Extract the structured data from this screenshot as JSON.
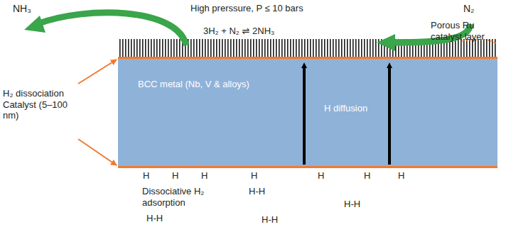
{
  "diagram": {
    "nodes": [
      {
        "text": [
          "BCC metal (Nb, V & alloys)",
          "H diffusion"
        ]
      }
    ],
    "labels": [
      "NH₃",
      "High prerssure, P ≤ 10 bars",
      "N₂",
      "3H₂ + N₂ ⇌ 2NH₃",
      "Porous Ru catalyst layer",
      "H₂ dissociation Catalyst (5–100 nm)",
      "H",
      "H",
      "H",
      "H",
      "H",
      "H",
      "H",
      "H-H",
      "H-H",
      "H-H",
      "H-H",
      "Dissociative H₂ adsorption"
    ]
  }
}
